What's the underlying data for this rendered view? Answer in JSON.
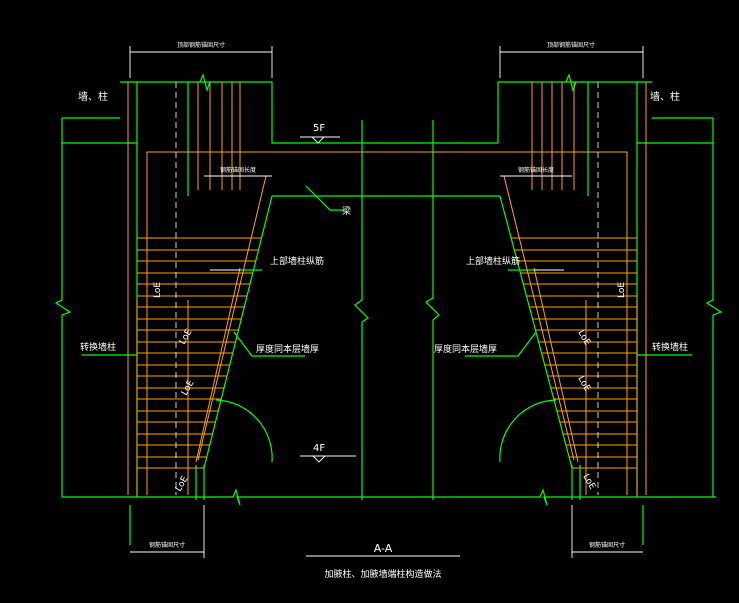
{
  "colors": {
    "background": "#000000",
    "outline": "#00ff00",
    "rebar": "#ffa500",
    "annotation": "#ffffff"
  },
  "labels": {
    "top_dim_left": "顶部钢筋锚固尺寸",
    "top_dim_right": "顶部钢筋锚固尺寸",
    "inner_dim_left": "钢筋锚固长度",
    "inner_dim_right": "钢筋锚固长度",
    "wall_col_left": "墙、柱",
    "wall_col_right": "墙、柱",
    "level_upper": "5F",
    "level_lower": "4F",
    "beam": "梁",
    "upper_rebar_left": "上部墙柱纵筋",
    "upper_rebar_right": "上部墙柱纵筋",
    "lower_col_left": "转换墙柱",
    "lower_col_right": "转换墙柱",
    "thickness_left": "厚度同本层墙厚",
    "thickness_right": "厚度同本层墙厚",
    "loe": "LoE",
    "bottom_dim_left": "钢筋锚固尺寸",
    "bottom_dim_right": "钢筋锚固尺寸",
    "section_name": "A-A",
    "caption": "加腋柱、加腋墙端柱构造做法"
  }
}
